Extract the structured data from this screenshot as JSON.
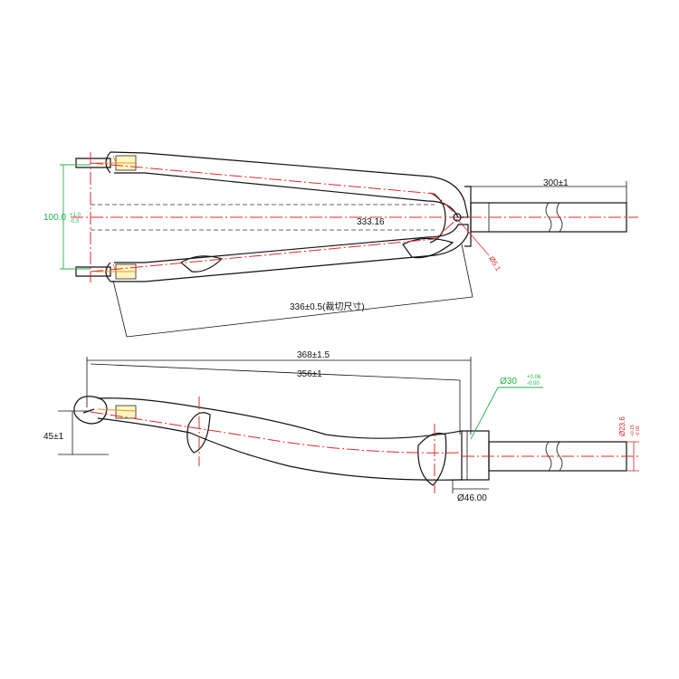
{
  "top_view": {
    "length_steerer": "300±1",
    "width_main": "100.0",
    "width_tol_upper": "+1.0",
    "width_tol_lower": "-0.5",
    "length_center": "333.16",
    "length_cut": "336±0.5(裁切尺寸)",
    "hole_dia": "Ø5.1"
  },
  "side_view": {
    "overall_length": "368±1.5",
    "axle_to_crown": "356±1",
    "steerer_dia": "Ø30",
    "steerer_tol_upper": "+0.06",
    "steerer_tol_lower": "-0.00",
    "offset": "45±1",
    "crown_race_dia": "Ø46.00",
    "top_dia": "Ø23.6",
    "top_tol_upper": "+0.15",
    "top_tol_lower": "-0.00"
  },
  "colors": {
    "line": "#111111",
    "centerline": "#e0282a",
    "dimension_green": "#22b14c",
    "insert_fill": "#fff7c0"
  }
}
